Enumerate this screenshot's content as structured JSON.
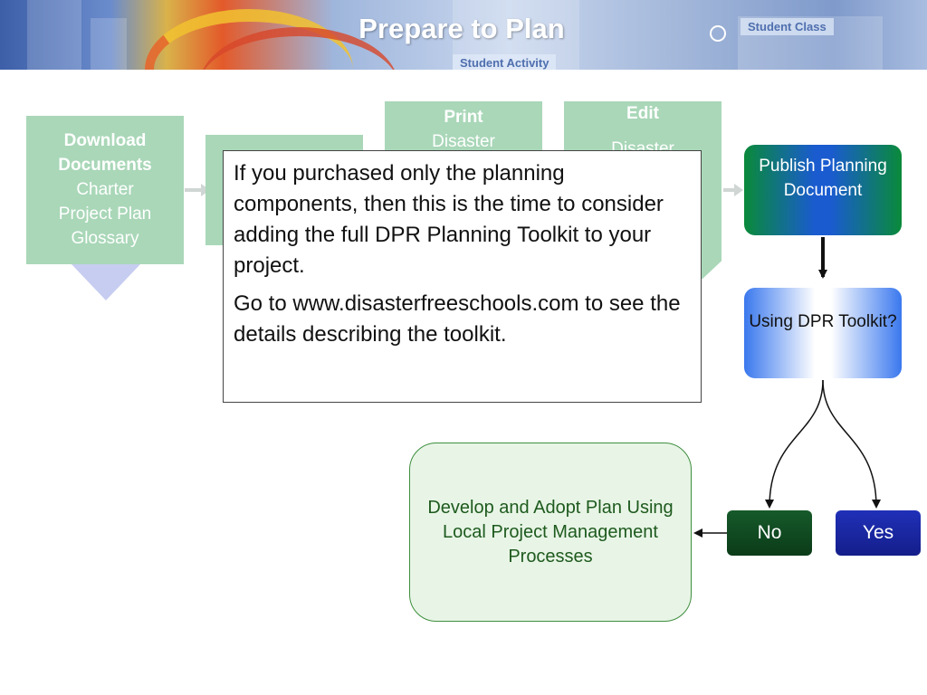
{
  "header": {
    "title": "Prepare to Plan",
    "tag_student_class": "Student Class",
    "tag_student_activity": "Student Activity"
  },
  "download": {
    "heading": "Download Documents",
    "items": [
      "Charter",
      "Project Plan",
      "Glossary"
    ]
  },
  "print": {
    "heading": "Print",
    "body": "Disaster"
  },
  "edit": {
    "heading": "Edit",
    "body": "Disaster"
  },
  "publish": {
    "label": "Publish Planning Document"
  },
  "decision": {
    "label": "Using  DPR Toolkit?"
  },
  "develop": {
    "label": "Develop and Adopt Plan Using Local Project Management Processes"
  },
  "buttons": {
    "no": "No",
    "yes": "Yes"
  },
  "callout": {
    "paragraph1": "If you purchased only the planning components, then this is the time to consider adding the full DPR Planning Toolkit to your project.",
    "paragraph2": "Go to www.disasterfreeschools.com to see the details describing the toolkit."
  },
  "colors": {
    "process_box": "#a9d7b8",
    "publish_green": "#0a8a3a",
    "publish_blue": "#1a5bd0",
    "decision_blue": "#3a78ee",
    "no_button": "#165a2a",
    "yes_button": "#2030b8",
    "develop_border": "#3f8e3f"
  }
}
